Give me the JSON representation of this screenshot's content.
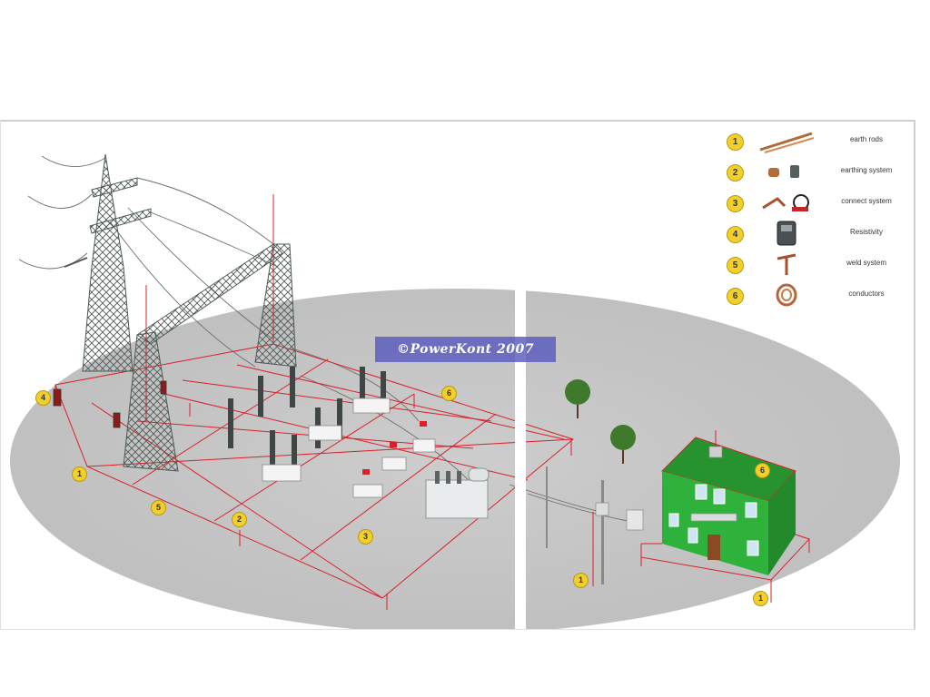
{
  "watermark": "©PowerKont 2007",
  "legend": [
    {
      "number": "1",
      "label": "earth rods",
      "icon": "earth-rod-icon"
    },
    {
      "number": "2",
      "label": "earthing system",
      "icon": "clamp-icon"
    },
    {
      "number": "3",
      "label": "connect system",
      "icon": "connector-icon"
    },
    {
      "number": "4",
      "label": "Resistivity",
      "icon": "meter-icon"
    },
    {
      "number": "5",
      "label": "weld system",
      "icon": "weld-icon"
    },
    {
      "number": "6",
      "label": "conductors",
      "icon": "coil-icon"
    }
  ],
  "callouts": {
    "c4_left": "4",
    "c6_grid": "6",
    "c1_left": "1",
    "c5": "5",
    "c2": "2",
    "c3": "3",
    "c6_house": "6",
    "c1_pole": "1",
    "c1_house": "1"
  },
  "colors": {
    "grid": "#d8212a",
    "ground": "#c9c9c9",
    "tower": "#5a6663",
    "house": "#2aa33a",
    "badge": "#f2cf2b",
    "watermark_bg": "#5a5abe"
  }
}
